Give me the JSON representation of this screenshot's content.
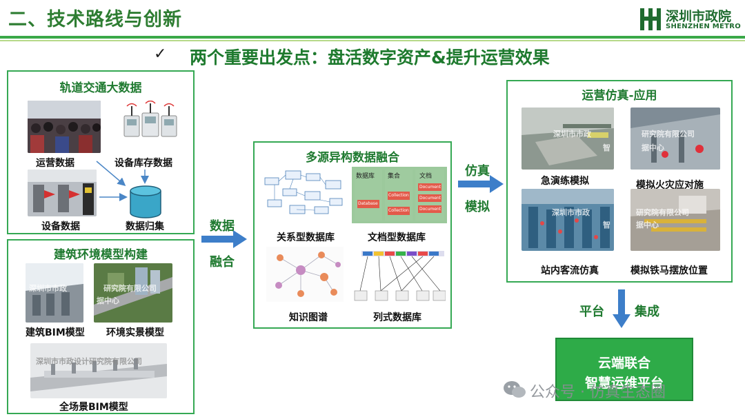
{
  "header": {
    "title": "二、技术路线与创新",
    "logo_cn": "深圳市政院",
    "logo_en": "SHENZHEN METRO"
  },
  "subtitle": {
    "check": "✓",
    "text": "两个重要出发点：盘活数字资产&提升运营效果"
  },
  "rail_big_data": {
    "title": "轨道交通大数据",
    "items": [
      "运营数据",
      "设备库存数据",
      "设备数据",
      "数据归集"
    ]
  },
  "building_model": {
    "title": "建筑环境模型构建",
    "items": [
      "建筑BIM模型",
      "环境实景模型",
      "全场景BIM模型"
    ]
  },
  "data_fusion_arrow": {
    "line1": "数据",
    "line2": "融合"
  },
  "fusion": {
    "title": "多源异构数据融合",
    "items": [
      "关系型数据库",
      "文档型数据库",
      "知识图谱",
      "列式数据库"
    ],
    "doc_db": {
      "col1": "数据库",
      "col2": "集合",
      "col3": "文档",
      "database": "Database",
      "collection": "Collection",
      "document": "Document"
    }
  },
  "sim_arrow": {
    "line1": "仿真",
    "line2": "模拟"
  },
  "simulation": {
    "title": "运营仿真-应用",
    "items": [
      "急演练模拟",
      "模拟火灾应对施",
      "站内客流仿真",
      "模拟铁马摆放位置"
    ]
  },
  "platform_arrow": {
    "left": "平台",
    "right": "集成"
  },
  "platform": {
    "line1": "云端联合",
    "line2": "智慧运维平台"
  },
  "watermark_text": "公众号 · 仿真生态圈",
  "photo_watermark": {
    "a": "深圳市市政",
    "b": "研究院有限公司",
    "c": "智",
    "d": "据中心",
    "e": "深圳市市政设计研究院有限公司"
  },
  "colors": {
    "green_dark": "#1f7a30",
    "green_border": "#34a853",
    "arrow_blue": "#3d7ec9",
    "platform_green": "#2eab48"
  }
}
